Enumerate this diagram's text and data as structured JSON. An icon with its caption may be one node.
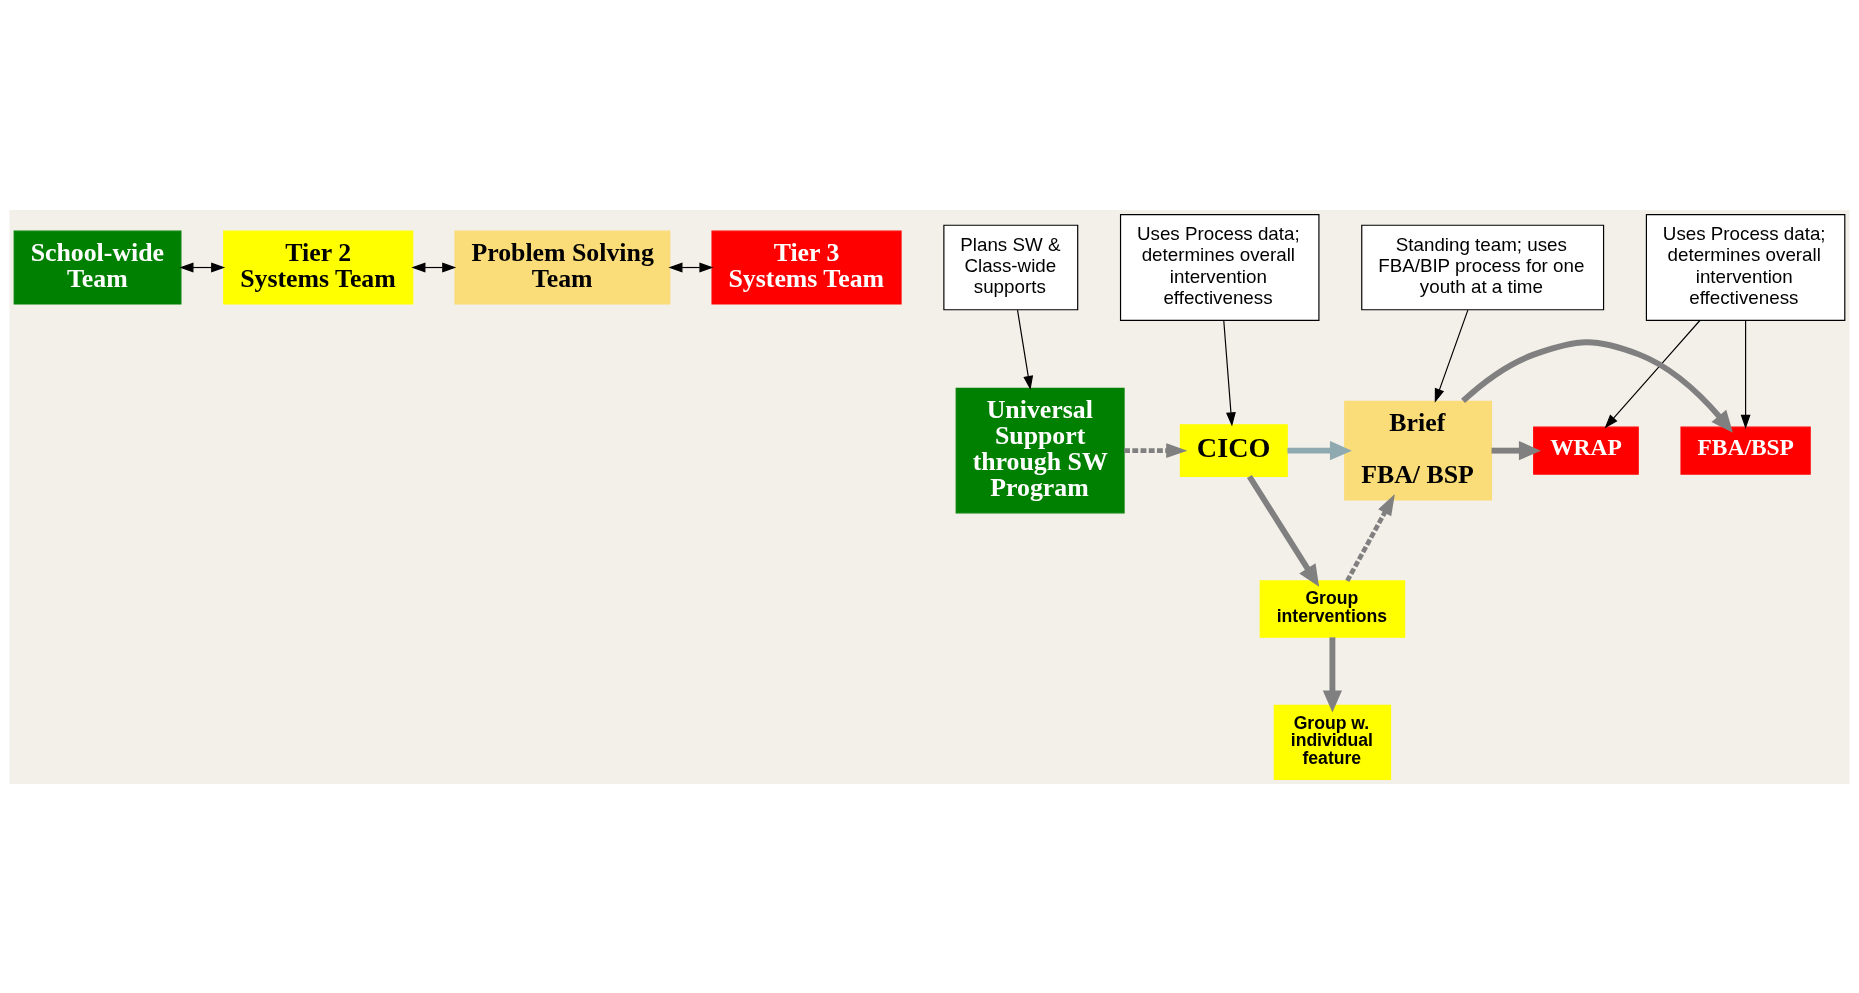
{
  "diagram": {
    "nodes": [
      {
        "text": [
          "School-wide Team"
        ]
      },
      {
        "text": [
          "Tier 2 Systems Team"
        ]
      },
      {
        "text": [
          "Problem Solving Team"
        ]
      },
      {
        "text": [
          "Tier 3 Systems Team"
        ]
      },
      {
        "text": [
          "Plans SW & Class-wide supports"
        ]
      },
      {
        "text": [
          "Uses Process data; determines overall intervention effectiveness"
        ]
      },
      {
        "text": [
          "Standing team; uses FBA/BIP process for one youth at a time"
        ]
      },
      {
        "text": [
          "Uses Process data; determines overall intervention effectiveness"
        ]
      },
      {
        "text": [
          "Universal Support through SW Program"
        ]
      },
      {
        "text": [
          "CICO"
        ]
      },
      {
        "text": [
          "Group interventions"
        ]
      },
      {
        "text": [
          "Group w. individual feature"
        ]
      },
      {
        "text": [
          "Brief",
          "FBA/ BSP"
        ]
      },
      {
        "text": [
          "FBA/BSP"
        ]
      },
      {
        "text": [
          "WRAP"
        ]
      }
    ],
    "edges": [
      {
        "from": 0,
        "to": 1,
        "arrow": "both"
      },
      {
        "from": 1,
        "to": 2,
        "arrow": "both"
      },
      {
        "from": 2,
        "to": 3,
        "arrow": "both"
      },
      {
        "from": 4,
        "to": 8,
        "arrow": "to"
      },
      {
        "from": 5,
        "to": 9,
        "arrow": "to"
      },
      {
        "from": 6,
        "to": 12,
        "arrow": "to"
      },
      {
        "from": 7,
        "to": 13,
        "arrow": "to"
      },
      {
        "from": 7,
        "to": 14,
        "arrow": "to"
      },
      {
        "from": 8,
        "to": 9,
        "arrow": "to",
        "style": "dashed",
        "color": "#808080"
      },
      {
        "from": 9,
        "to": 10,
        "arrow": "to",
        "style": "thick",
        "color": "#808080"
      },
      {
        "from": 10,
        "to": 11,
        "arrow": "to",
        "style": "thick",
        "color": "#808080"
      },
      {
        "from": 9,
        "to": 12,
        "arrow": "to",
        "style": "thick",
        "color": "#8fa9b0"
      },
      {
        "from": 10,
        "to": 12,
        "arrow": "to",
        "style": "dashed",
        "color": "#808080"
      },
      {
        "from": 12,
        "to": 13,
        "arrow": "to",
        "style": "thick",
        "color": "#808080"
      },
      {
        "from": 12,
        "to": 14,
        "arrow": "to",
        "style": "thick",
        "color": "#808080"
      }
    ]
  }
}
